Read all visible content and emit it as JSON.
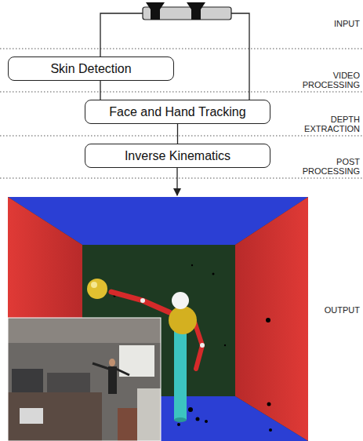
{
  "diagram": {
    "nodes": [
      {
        "text": [
          "Skin Detection"
        ]
      },
      {
        "text": [
          "Face and Hand Tracking"
        ]
      },
      {
        "text": [
          "Inverse Kinematics"
        ]
      }
    ],
    "edges": [
      {
        "from": 0,
        "to": 1,
        "arrow": "none"
      },
      {
        "from": 1,
        "to": 2,
        "arrow": "none"
      }
    ],
    "labels": [
      "INPUT",
      "VIDEO PROCESSING",
      "DEPTH EXTRACTION",
      "POST PROCESSING",
      "OUTPUT"
    ]
  }
}
